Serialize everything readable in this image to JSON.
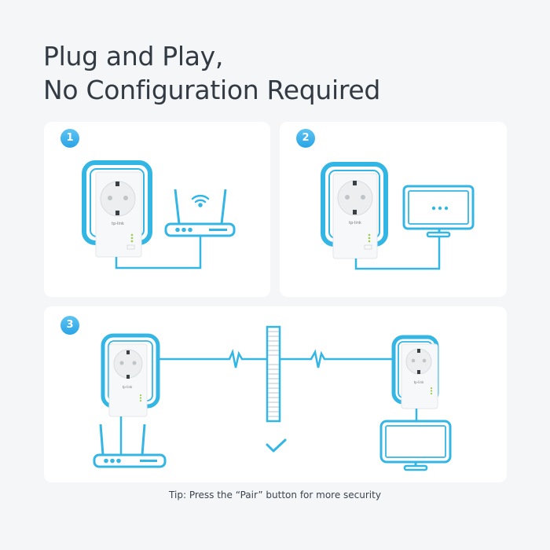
{
  "header": {
    "title_line1": "Plug and Play,",
    "title_line2": "No Configuration Required"
  },
  "steps": [
    {
      "number": "1",
      "description_icons": [
        "powerline-adapter-icon",
        "router-icon",
        "wifi-icon"
      ]
    },
    {
      "number": "2",
      "description_icons": [
        "powerline-adapter-icon",
        "monitor-icon"
      ]
    },
    {
      "number": "3",
      "description_icons": [
        "powerline-adapter-icon",
        "router-icon",
        "wall-icon",
        "check-icon",
        "powerline-adapter-icon",
        "monitor-icon"
      ]
    }
  ],
  "device": {
    "brand_label": "tp-link"
  },
  "tip": "Tip: Press the “Pair” button for more security",
  "colors": {
    "accent": "#34b6e4",
    "badge": "#2aa4e6",
    "background": "#f5f6f7",
    "card": "#ffffff",
    "title": "#323a44"
  }
}
